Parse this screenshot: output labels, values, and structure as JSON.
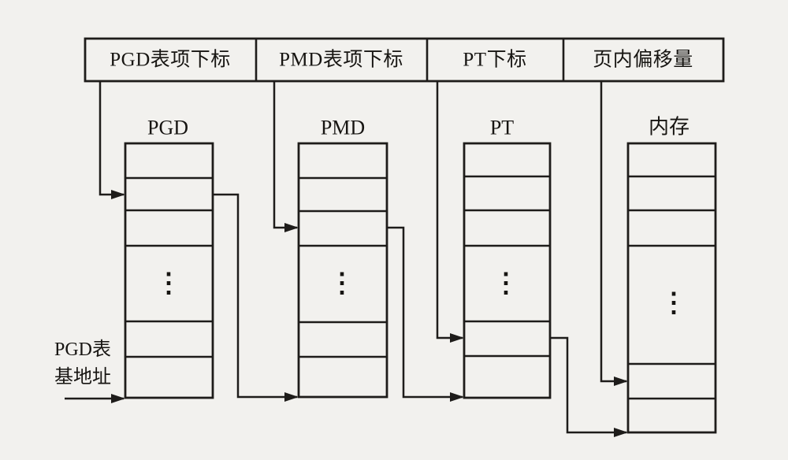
{
  "colors": {
    "background": "#f2f1ee",
    "line": "#1e1c1a",
    "text": "#171512"
  },
  "address_bar": {
    "fields": [
      {
        "label": "PGD表项下标"
      },
      {
        "label": "PMD表项下标"
      },
      {
        "label": "PT下标"
      },
      {
        "label": "页内偏移量"
      }
    ]
  },
  "tables": [
    {
      "id": "pgd",
      "title": "PGD",
      "ellipsis": "⋮"
    },
    {
      "id": "pmd",
      "title": "PMD",
      "ellipsis": "⋮"
    },
    {
      "id": "pt",
      "title": "PT",
      "ellipsis": "⋮"
    },
    {
      "id": "memory",
      "title": "内存",
      "ellipsis": "⋮"
    }
  ],
  "base_label": {
    "line1": "PGD表",
    "line2": "基地址"
  }
}
